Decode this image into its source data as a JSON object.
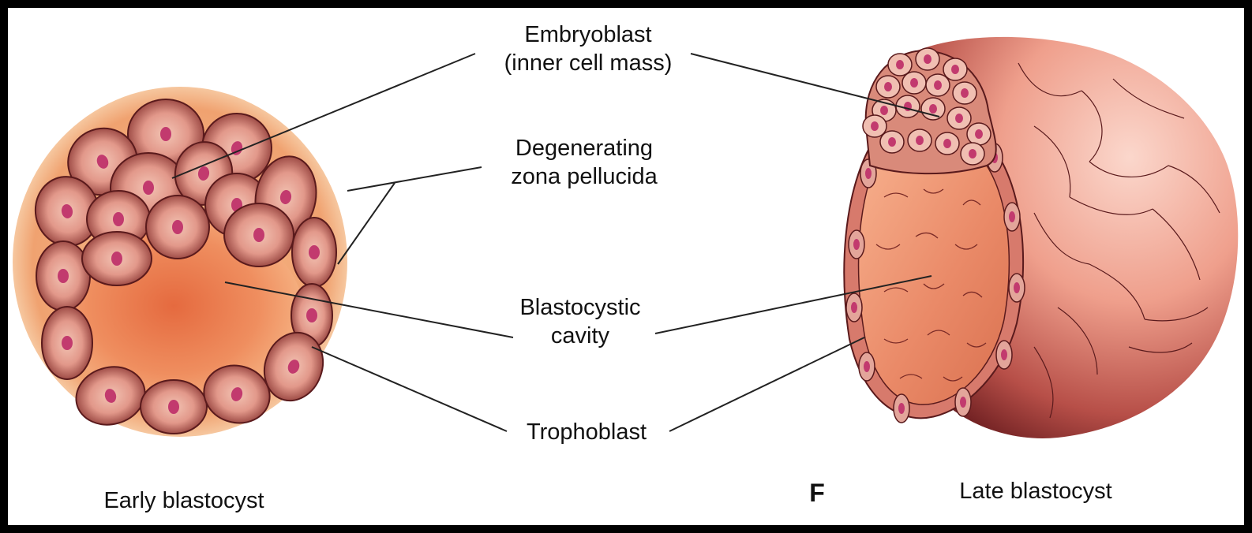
{
  "labels": {
    "embryoblast": [
      "Embryoblast",
      "(inner cell mass)"
    ],
    "zona": [
      "Degenerating",
      "zona pellucida"
    ],
    "cavity": [
      "Blastocystic",
      "cavity"
    ],
    "trophoblast": "Trophoblast",
    "early": "Early blastocyst",
    "late": "Late blastocyst",
    "panel": "F"
  },
  "colors": {
    "zona": "#f3a977",
    "cell_fill": "#d98a78",
    "cell_edge": "#5a1a1c",
    "nucleus": "#c23a6e",
    "cavity": "#e0744f",
    "late_surface": "#e8a08f",
    "late_shadow": "#8a2a2c"
  }
}
